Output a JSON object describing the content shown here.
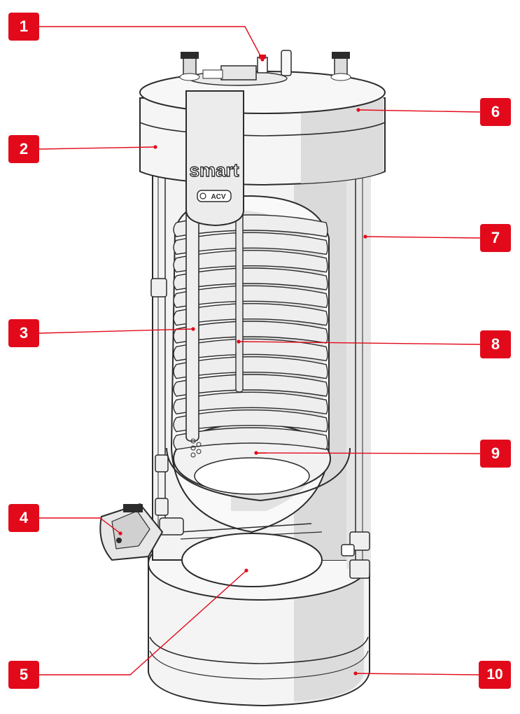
{
  "colors": {
    "accent": "#e20a1a",
    "outline": "#2b2b2b",
    "shade": "#d9d9d9",
    "body": "#f3f3f3"
  },
  "brand": {
    "logo_text": "smart",
    "maker_text": "ACV"
  },
  "callouts": [
    {
      "id": 1,
      "label": "1"
    },
    {
      "id": 2,
      "label": "2"
    },
    {
      "id": 3,
      "label": "3"
    },
    {
      "id": 4,
      "label": "4"
    },
    {
      "id": 5,
      "label": "5"
    },
    {
      "id": 6,
      "label": "6"
    },
    {
      "id": 7,
      "label": "7"
    },
    {
      "id": 8,
      "label": "8"
    },
    {
      "id": 9,
      "label": "9"
    },
    {
      "id": 10,
      "label": "10"
    }
  ]
}
